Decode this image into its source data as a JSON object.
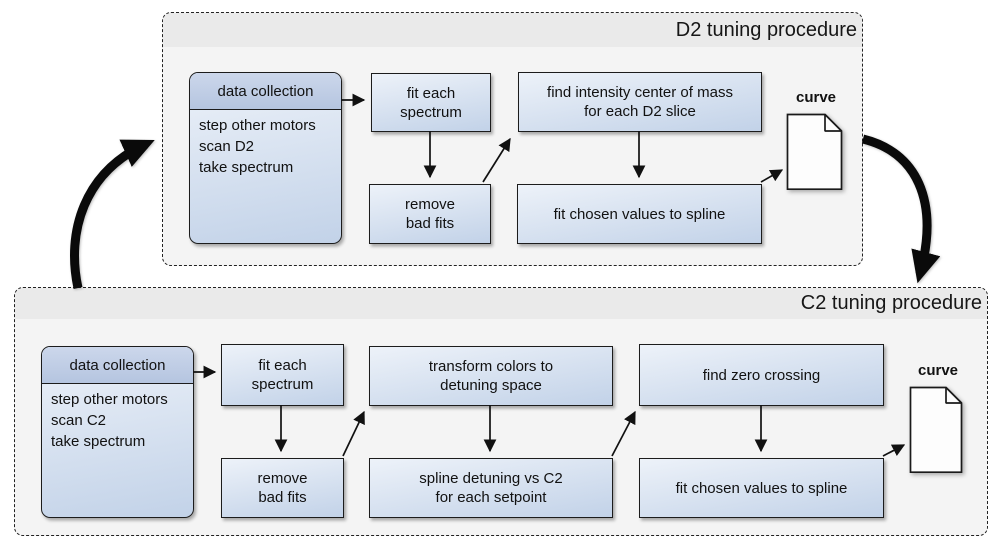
{
  "colors": {
    "page_background": "#ffffff",
    "panel_background": "#f4f4f4",
    "panel_titlebar_background": "#eaeaea",
    "panel_border": "#222222",
    "node_border": "#1c1c1c",
    "node_gradient_top": "#edf2f9",
    "node_gradient_bottom": "#c2d2e8",
    "header_gradient_top": "#ccd7eb",
    "header_gradient_bottom": "#b5c5e0",
    "arrow_color": "#111111",
    "text_color": "#111111"
  },
  "d2_panel": {
    "title": "D2 tuning procedure",
    "data_collection": {
      "header": "data collection",
      "body": [
        "step other motors",
        "scan D2",
        "take spectrum"
      ]
    },
    "fit_each_spectrum": [
      "fit each",
      "spectrum"
    ],
    "remove_bad_fits": [
      "remove",
      "bad fits"
    ],
    "find_center_of_mass": [
      "find intensity center of mass",
      "for each D2 slice"
    ],
    "fit_values_to_spline": [
      "fit chosen values to spline"
    ],
    "curve_label": "curve"
  },
  "c2_panel": {
    "title": "C2 tuning procedure",
    "data_collection": {
      "header": "data collection",
      "body": [
        "step other motors",
        "scan C2",
        "take spectrum"
      ]
    },
    "fit_each_spectrum": [
      "fit each",
      "spectrum"
    ],
    "remove_bad_fits": [
      "remove",
      "bad fits"
    ],
    "transform_colors": [
      "transform colors to",
      "detuning space"
    ],
    "spline_detuning": [
      "spline detuning vs C2",
      "for each setpoint"
    ],
    "find_zero_crossing": [
      "find zero crossing"
    ],
    "fit_values_to_spline": [
      "fit chosen values to spline"
    ],
    "curve_label": "curve"
  }
}
